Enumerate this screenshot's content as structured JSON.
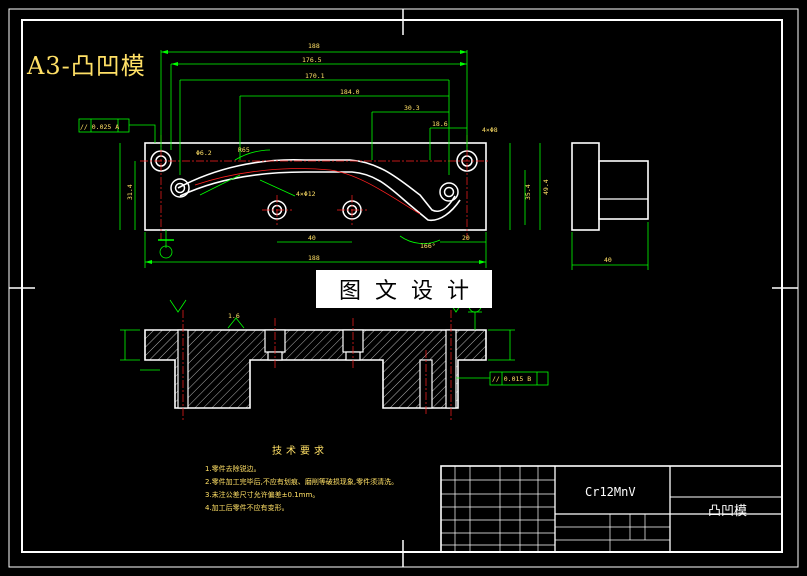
{
  "drawing": {
    "sheet_title": "A3-凸凹模",
    "banner": "图文设计",
    "material": "Cr12MnV",
    "part_name": "凸凹模",
    "tech_requirements_title": "技术要求",
    "tech_requirements": [
      "1.零件去除锐边。",
      "2.零件加工完毕后,不应有划痕、磨削等破损现象,零件须清洗。",
      "3.未注公差尺寸允许偏差±0.1mm。",
      "4.加工后零件不应有变形。"
    ],
    "dimensions": [
      "188",
      "176.5",
      "170.1",
      "184.0",
      "30.3",
      "18.6",
      "40",
      "188",
      "40",
      "20",
      "4×Φ8",
      "Φ6.2",
      "R65",
      "4×Φ12",
      "166°",
      "31.4",
      "49.4",
      "35.4",
      "1.6"
    ],
    "tolerances": [
      "// 0.025 A",
      "// 0.015 B"
    ],
    "colors": {
      "background": "#000000",
      "outline": "#ffffff",
      "dimension": "#00ff00",
      "centerline": "#ff2020",
      "text": "#ffe066"
    }
  }
}
